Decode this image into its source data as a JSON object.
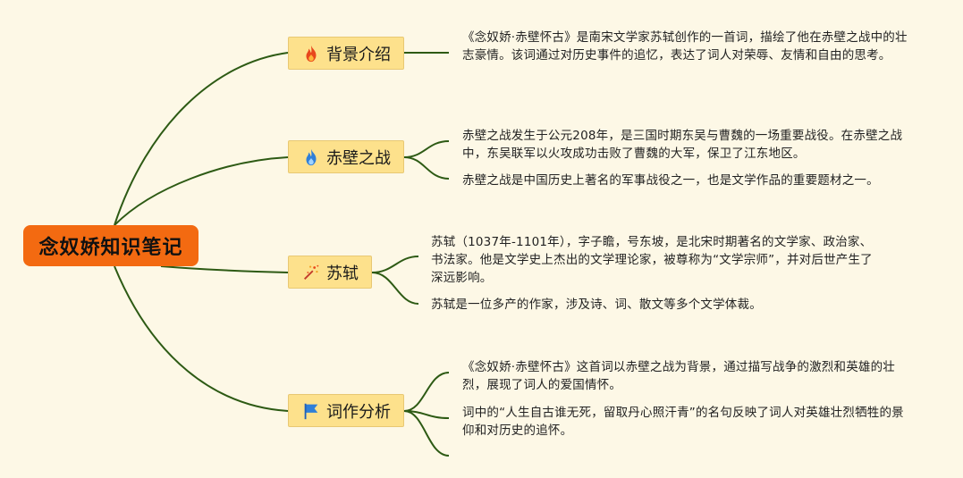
{
  "root": {
    "title": "念奴娇知识笔记"
  },
  "colors": {
    "line": "#2d5a14",
    "root_bg": "#f36a11",
    "branch_bg": "#fde18c",
    "page_bg": "#fdf8e6"
  },
  "branches": [
    {
      "label": "背景介绍",
      "icon": "fire-icon",
      "notes": [
        "《念奴娇·赤壁怀古》是南宋文学家苏轼创作的一首词，描绘了他在赤壁之战中的壮志豪情。该词通过对历史事件的追忆，表达了词人对荣辱、友情和自由的思考。"
      ]
    },
    {
      "label": "赤壁之战",
      "icon": "flame-icon",
      "notes": [
        "赤壁之战发生于公元208年，是三国时期东吴与曹魏的一场重要战役。在赤壁之战中，东吴联军以火攻成功击败了曹魏的大军，保卫了江东地区。",
        "赤壁之战是中国历史上著名的军事战役之一，也是文学作品的重要题材之一。"
      ]
    },
    {
      "label": "苏轼",
      "icon": "sparkle-icon",
      "notes": [
        "苏轼（1037年-1101年），字子瞻，号东坡，是北宋时期著名的文学家、政治家、书法家。他是文学史上杰出的文学理论家，被尊称为“文学宗师”，并对后世产生了深远影响。",
        "苏轼是一位多产的作家，涉及诗、词、散文等多个文学体裁。"
      ]
    },
    {
      "label": "词作分析",
      "icon": "flag-icon",
      "notes": [
        "《念奴娇·赤壁怀古》这首词以赤壁之战为背景，通过描写战争的激烈和英雄的壮烈，展现了词人的爱国情怀。",
        "词中的“人生自古谁无死，留取丹心照汗青”的名句反映了词人对英雄壮烈牺牲的景仰和对历史的追怀。"
      ]
    }
  ]
}
